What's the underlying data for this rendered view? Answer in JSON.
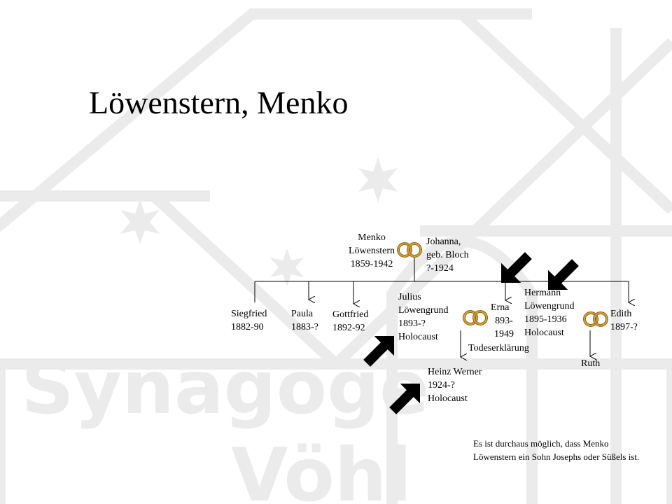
{
  "title": "Löwenstern, Menko",
  "watermark": {
    "line1": "Synagoge",
    "line2": "Vöhl",
    "color": "#ebebeb"
  },
  "parents": {
    "father": [
      "Menko",
      "Löwenstern",
      "1859-1942"
    ],
    "mother": [
      "Johanna,",
      "geb. Bloch",
      "?-1924"
    ]
  },
  "children": {
    "siegfried": [
      "Siegfried",
      "1882-90"
    ],
    "paula": [
      "Paula",
      "1883-?"
    ],
    "gottfried": [
      "Gottfried",
      "1892-92"
    ],
    "julius": [
      "Julius",
      "Löwengrund",
      "1893-?",
      "Holocaust"
    ],
    "erna": [
      "Erna",
      "893-",
      "1949"
    ],
    "erna_note": "Todeserklärung",
    "hermann": [
      "Hermann",
      "Löwengrund",
      "1895-1936",
      "Holocaust"
    ],
    "edith": [
      "Edith",
      "1897-?"
    ]
  },
  "grandchildren": {
    "heinz": [
      "Heinz  Werner",
      "1924-?",
      "Holocaust"
    ],
    "ruth": "Ruth"
  },
  "note": "Es ist durchaus möglich,  dass Menko Löwenstern  ein Sohn Josephs oder Süßels  ist.",
  "colors": {
    "ring": "#c8962a",
    "ring_dark": "#8a6418",
    "arrow": "#000000",
    "line": "#000000"
  }
}
